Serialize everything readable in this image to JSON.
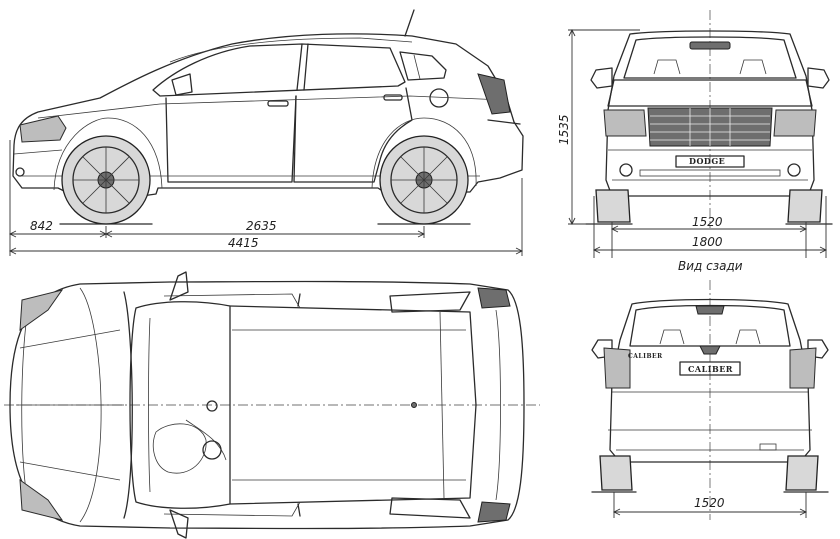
{
  "side_view": {
    "dim_front_overhang": "842",
    "dim_wheelbase": "2635",
    "dim_overall_length": "4415"
  },
  "front_view": {
    "dim_height": "1535",
    "dim_track": "1520",
    "dim_overall_width": "1800",
    "badge": "DODGE"
  },
  "rear_view": {
    "caption": "Вид сзади",
    "dim_track": "1520",
    "badge_plate": "CALIBER",
    "badge_small": "CALIBER"
  }
}
